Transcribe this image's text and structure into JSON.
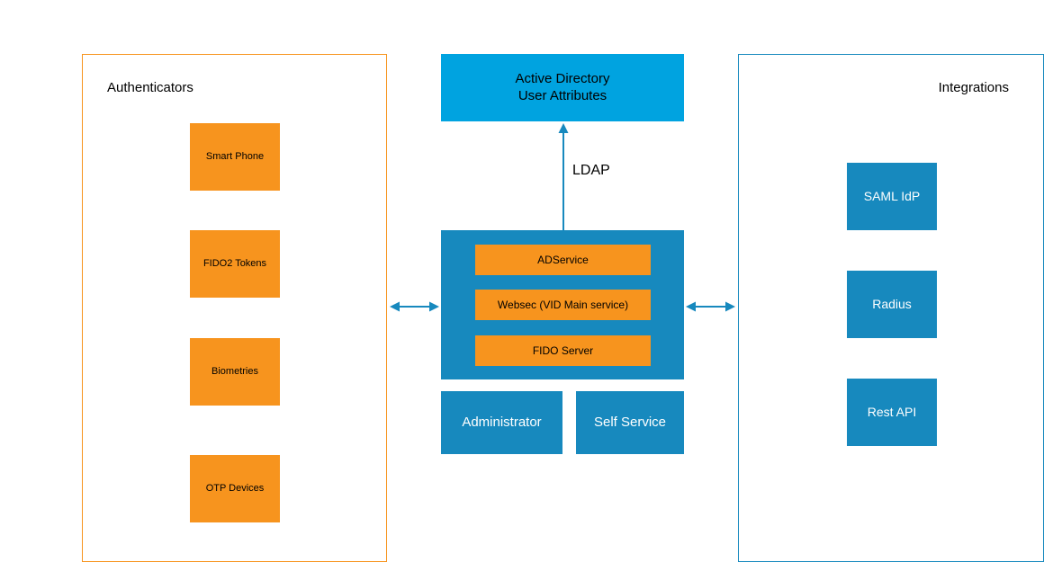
{
  "colors": {
    "orange": "#F7941E",
    "bright_blue": "#00A3E0",
    "teal_blue": "#1789BE",
    "background": "#FFFFFF"
  },
  "authenticators": {
    "title": "Authenticators",
    "items": [
      {
        "label": "Smart Phone"
      },
      {
        "label": "FIDO2 Tokens"
      },
      {
        "label": "Biometries"
      },
      {
        "label": "OTP Devices"
      }
    ]
  },
  "active_directory": {
    "line1": "Active Directory",
    "line2": "User Attributes"
  },
  "ldap": {
    "label": "LDAP"
  },
  "core": {
    "services": [
      {
        "label": "ADService"
      },
      {
        "label": "Websec (VID Main service)"
      },
      {
        "label": "FIDO Server"
      }
    ]
  },
  "consoles": {
    "administrator": "Administrator",
    "self_service": "Self Service"
  },
  "integrations": {
    "title": "Integrations",
    "items": [
      {
        "label": "SAML IdP"
      },
      {
        "label": "Radius"
      },
      {
        "label": "Rest API"
      }
    ]
  }
}
